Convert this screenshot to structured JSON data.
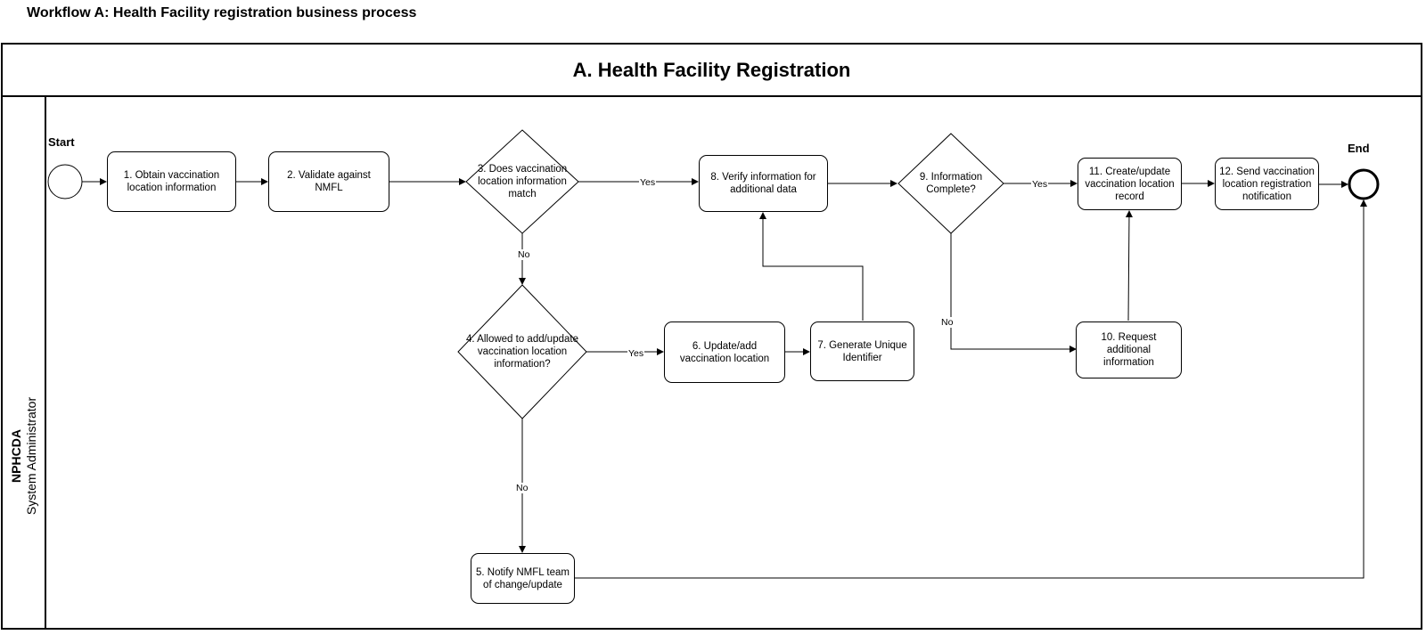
{
  "page_title": "Workflow A: Health Facility registration business process",
  "pool": {
    "title": "A. Health Facility Registration"
  },
  "lane": {
    "org": "NPHCDA",
    "role": "System Administrator"
  },
  "events": {
    "start": "Start",
    "end": "End"
  },
  "tasks": {
    "t1": "1. Obtain vaccination location information",
    "t2": "2. Validate against NMFL",
    "t5": "5. Notify NMFL team of change/update",
    "t6": "6. Update/add vaccination location",
    "t7": "7. Generate Unique Identifier",
    "t8": "8. Verify information for additional data",
    "t10": "10. Request additional information",
    "t11": "11. Create/update vaccination location record",
    "t12": "12. Send vaccination location registration notification"
  },
  "gateways": {
    "g3": "3. Does vaccination location information match",
    "g4": "4. Allowed to add/update vaccination location information?",
    "g9": "9. Information Complete?"
  },
  "edge_labels": {
    "g3_yes": "Yes",
    "g3_no": "No",
    "g4_yes": "Yes",
    "g4_no": "No",
    "g9_yes": "Yes",
    "g9_no": "No"
  }
}
